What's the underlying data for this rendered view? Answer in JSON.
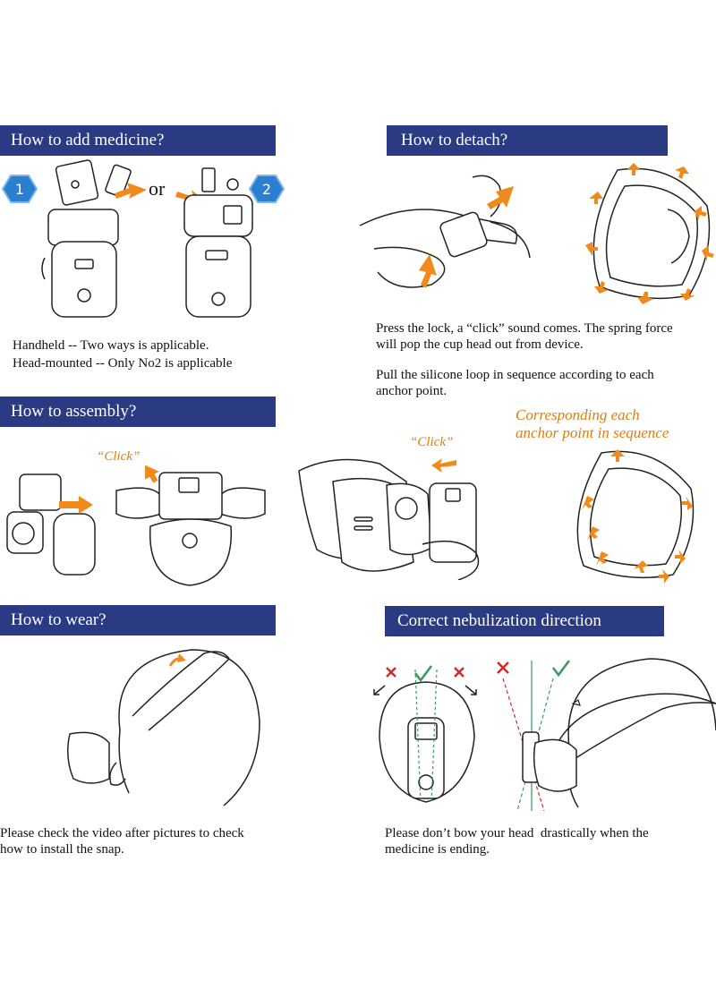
{
  "headers": {
    "add_medicine": "How to add medicine?",
    "detach": "How to detach?",
    "assembly": "How to assembly?",
    "wear": "How to wear?",
    "direction": "Correct nebulization direction"
  },
  "add_medicine": {
    "badge_1": "1",
    "badge_2": "2",
    "or_text": "or",
    "caption_line1": "Handheld -- Two ways is applicable.",
    "caption_line2": "Head-mounted -- Only No2 is applicable"
  },
  "detach": {
    "caption_line1": "Press the lock, a “click” sound comes. The spring force",
    "caption_line2": "will pop the cup head out from device.",
    "caption_line3": "Pull the silicone loop in sequence according to each",
    "caption_line4": "anchor point."
  },
  "assembly": {
    "click_1": "“Click”",
    "click_2": "“Click”",
    "anchor_line1": "Corresponding each",
    "anchor_line2": "anchor point in sequence"
  },
  "wear": {
    "caption_line1": "Please check the video after pictures to check",
    "caption_line2": "how to install the snap."
  },
  "direction": {
    "caption_line1": "Please don’t bow your head  drastically when the",
    "caption_line2": "medicine is ending."
  },
  "colors": {
    "header_bg": "#2a3b84",
    "accent_orange": "#f08a1c",
    "badge_blue": "#2a7fd0",
    "check_green": "#3a9a5a",
    "cross_red": "#d02a2a"
  }
}
